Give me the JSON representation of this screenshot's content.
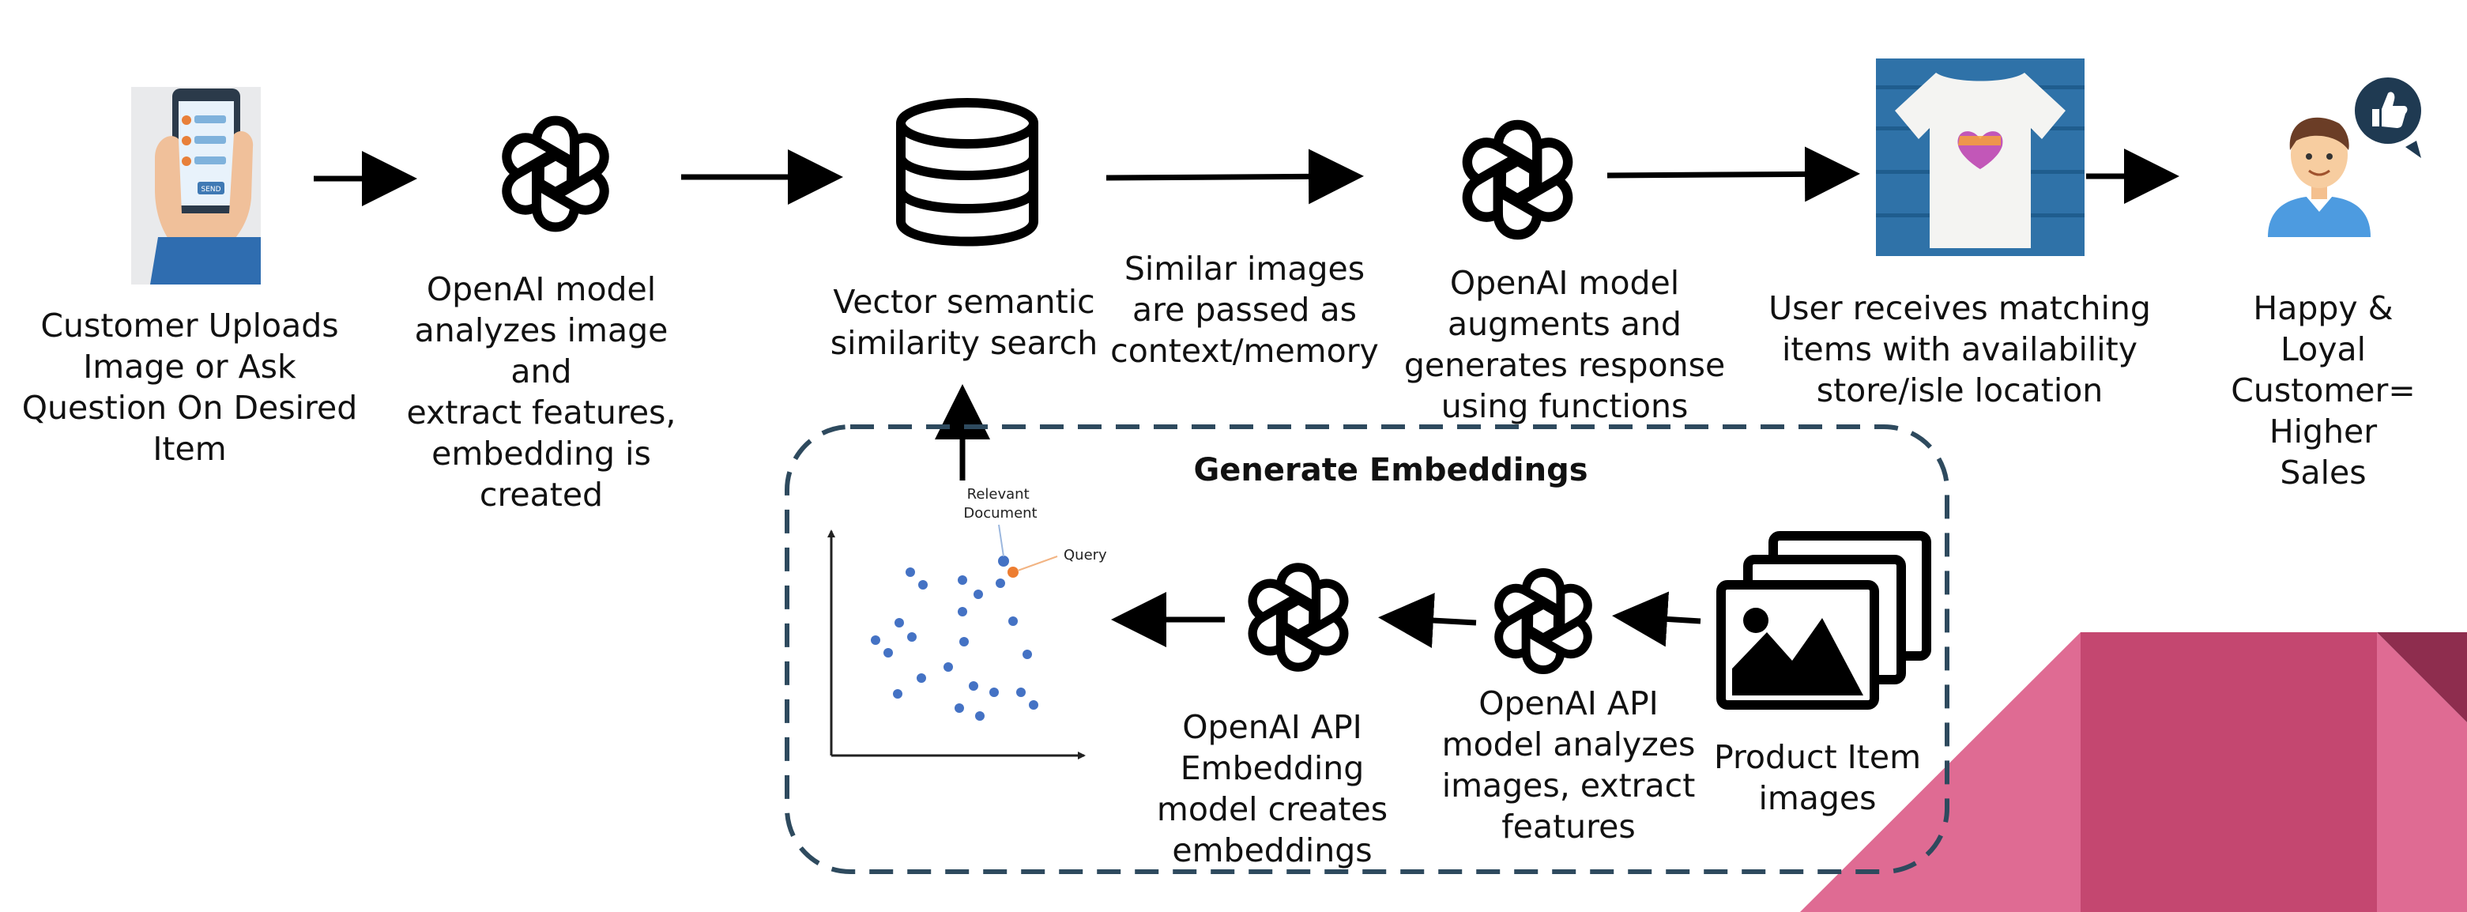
{
  "steps": {
    "upload": "Customer Uploads\nImage or Ask\nQuestion On Desired\nItem",
    "analyze": "OpenAI model\nanalyzes image and\nextract features,\nembedding is\ncreated",
    "search": "Vector semantic\nsimilarity search",
    "context": "Similar images\nare passed as\ncontext/memory",
    "augment": "OpenAI  model\naugments and\ngenerates response\nusing functions",
    "receive": "User receives matching\nitems with availability\nstore/isle location",
    "happy": "Happy &\nLoyal\nCustomer=\nHigher\nSales"
  },
  "embeddings": {
    "title": "Generate Embeddings",
    "embed_model": "OpenAI API\nEmbedding\nmodel creates\nembeddings",
    "image_model": "OpenAI API\nmodel analyzes\nimages, extract\nfeatures",
    "product": "Product Item\nimages",
    "scatter_relevant": "Relevant\nDocument",
    "scatter_query": "Query"
  },
  "phone": {
    "badge": "SEND"
  },
  "colors": {
    "arrow": "#000000",
    "dashed_border": "#2e4a5e",
    "pink": "#df6b93",
    "pink_dark": "#c44770",
    "burgundy": "#8e2d4e",
    "scatter_point": "#4472c4",
    "query_point": "#ed7d31"
  }
}
